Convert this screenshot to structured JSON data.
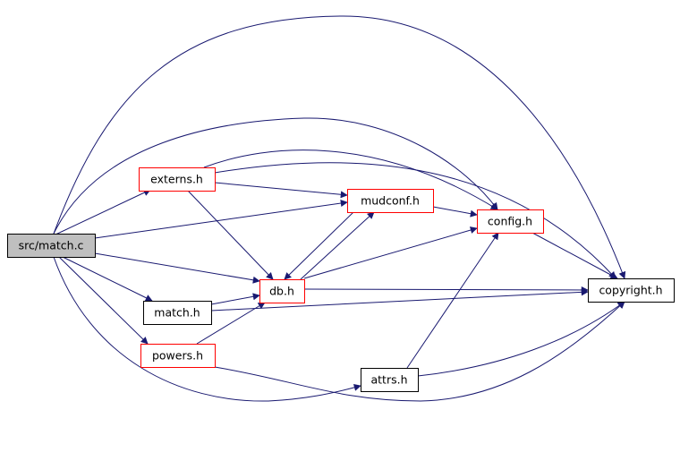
{
  "colors": {
    "edge": "#191970",
    "root_fill": "#bfbfbf",
    "documented_border": "#ff0000",
    "plain_border": "#000000"
  },
  "nodes": [
    {
      "id": "match_c",
      "label": "src/match.c",
      "style": "root"
    },
    {
      "id": "externs",
      "label": "externs.h",
      "style": "red"
    },
    {
      "id": "mudconf",
      "label": "mudconf.h",
      "style": "red"
    },
    {
      "id": "config",
      "label": "config.h",
      "style": "red"
    },
    {
      "id": "db",
      "label": "db.h",
      "style": "red"
    },
    {
      "id": "copyright",
      "label": "copyright.h",
      "style": "black"
    },
    {
      "id": "match_h",
      "label": "match.h",
      "style": "black"
    },
    {
      "id": "powers",
      "label": "powers.h",
      "style": "red"
    },
    {
      "id": "attrs",
      "label": "attrs.h",
      "style": "black"
    }
  ],
  "edges": [
    {
      "from": "match_c",
      "to": "externs"
    },
    {
      "from": "match_c",
      "to": "mudconf"
    },
    {
      "from": "match_c",
      "to": "db"
    },
    {
      "from": "match_c",
      "to": "match_h"
    },
    {
      "from": "match_c",
      "to": "powers"
    },
    {
      "from": "match_c",
      "to": "config"
    },
    {
      "from": "match_c",
      "to": "copyright"
    },
    {
      "from": "match_c",
      "to": "attrs"
    },
    {
      "from": "externs",
      "to": "mudconf"
    },
    {
      "from": "externs",
      "to": "config"
    },
    {
      "from": "externs",
      "to": "copyright"
    },
    {
      "from": "externs",
      "to": "db"
    },
    {
      "from": "mudconf",
      "to": "config"
    },
    {
      "from": "mudconf",
      "to": "db"
    },
    {
      "from": "db",
      "to": "mudconf"
    },
    {
      "from": "db",
      "to": "config"
    },
    {
      "from": "db",
      "to": "copyright"
    },
    {
      "from": "config",
      "to": "copyright"
    },
    {
      "from": "match_h",
      "to": "db"
    },
    {
      "from": "match_h",
      "to": "copyright"
    },
    {
      "from": "powers",
      "to": "db"
    },
    {
      "from": "powers",
      "to": "copyright"
    },
    {
      "from": "attrs",
      "to": "config"
    },
    {
      "from": "attrs",
      "to": "copyright"
    }
  ]
}
